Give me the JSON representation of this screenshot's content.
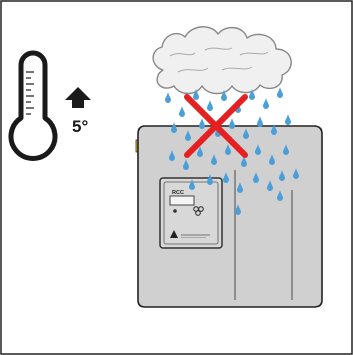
{
  "temperature": {
    "value_label": "5°",
    "direction": "up"
  },
  "device": {
    "panel_label": "RCC"
  },
  "colors": {
    "border": "#222222",
    "device_body": "#d0d0d0",
    "device_outline": "#222222",
    "cloud_fill": "#f0f0f0",
    "rain_drop": "#4a9fd8",
    "cross": "#e62020",
    "led": "#f0b020"
  },
  "icons": {
    "thermometer": "thermometer-icon",
    "arrow": "arrow-up-icon",
    "cloud": "rain-cloud-icon",
    "cross": "prohibition-cross-icon",
    "warning": "warning-triangle-icon"
  }
}
